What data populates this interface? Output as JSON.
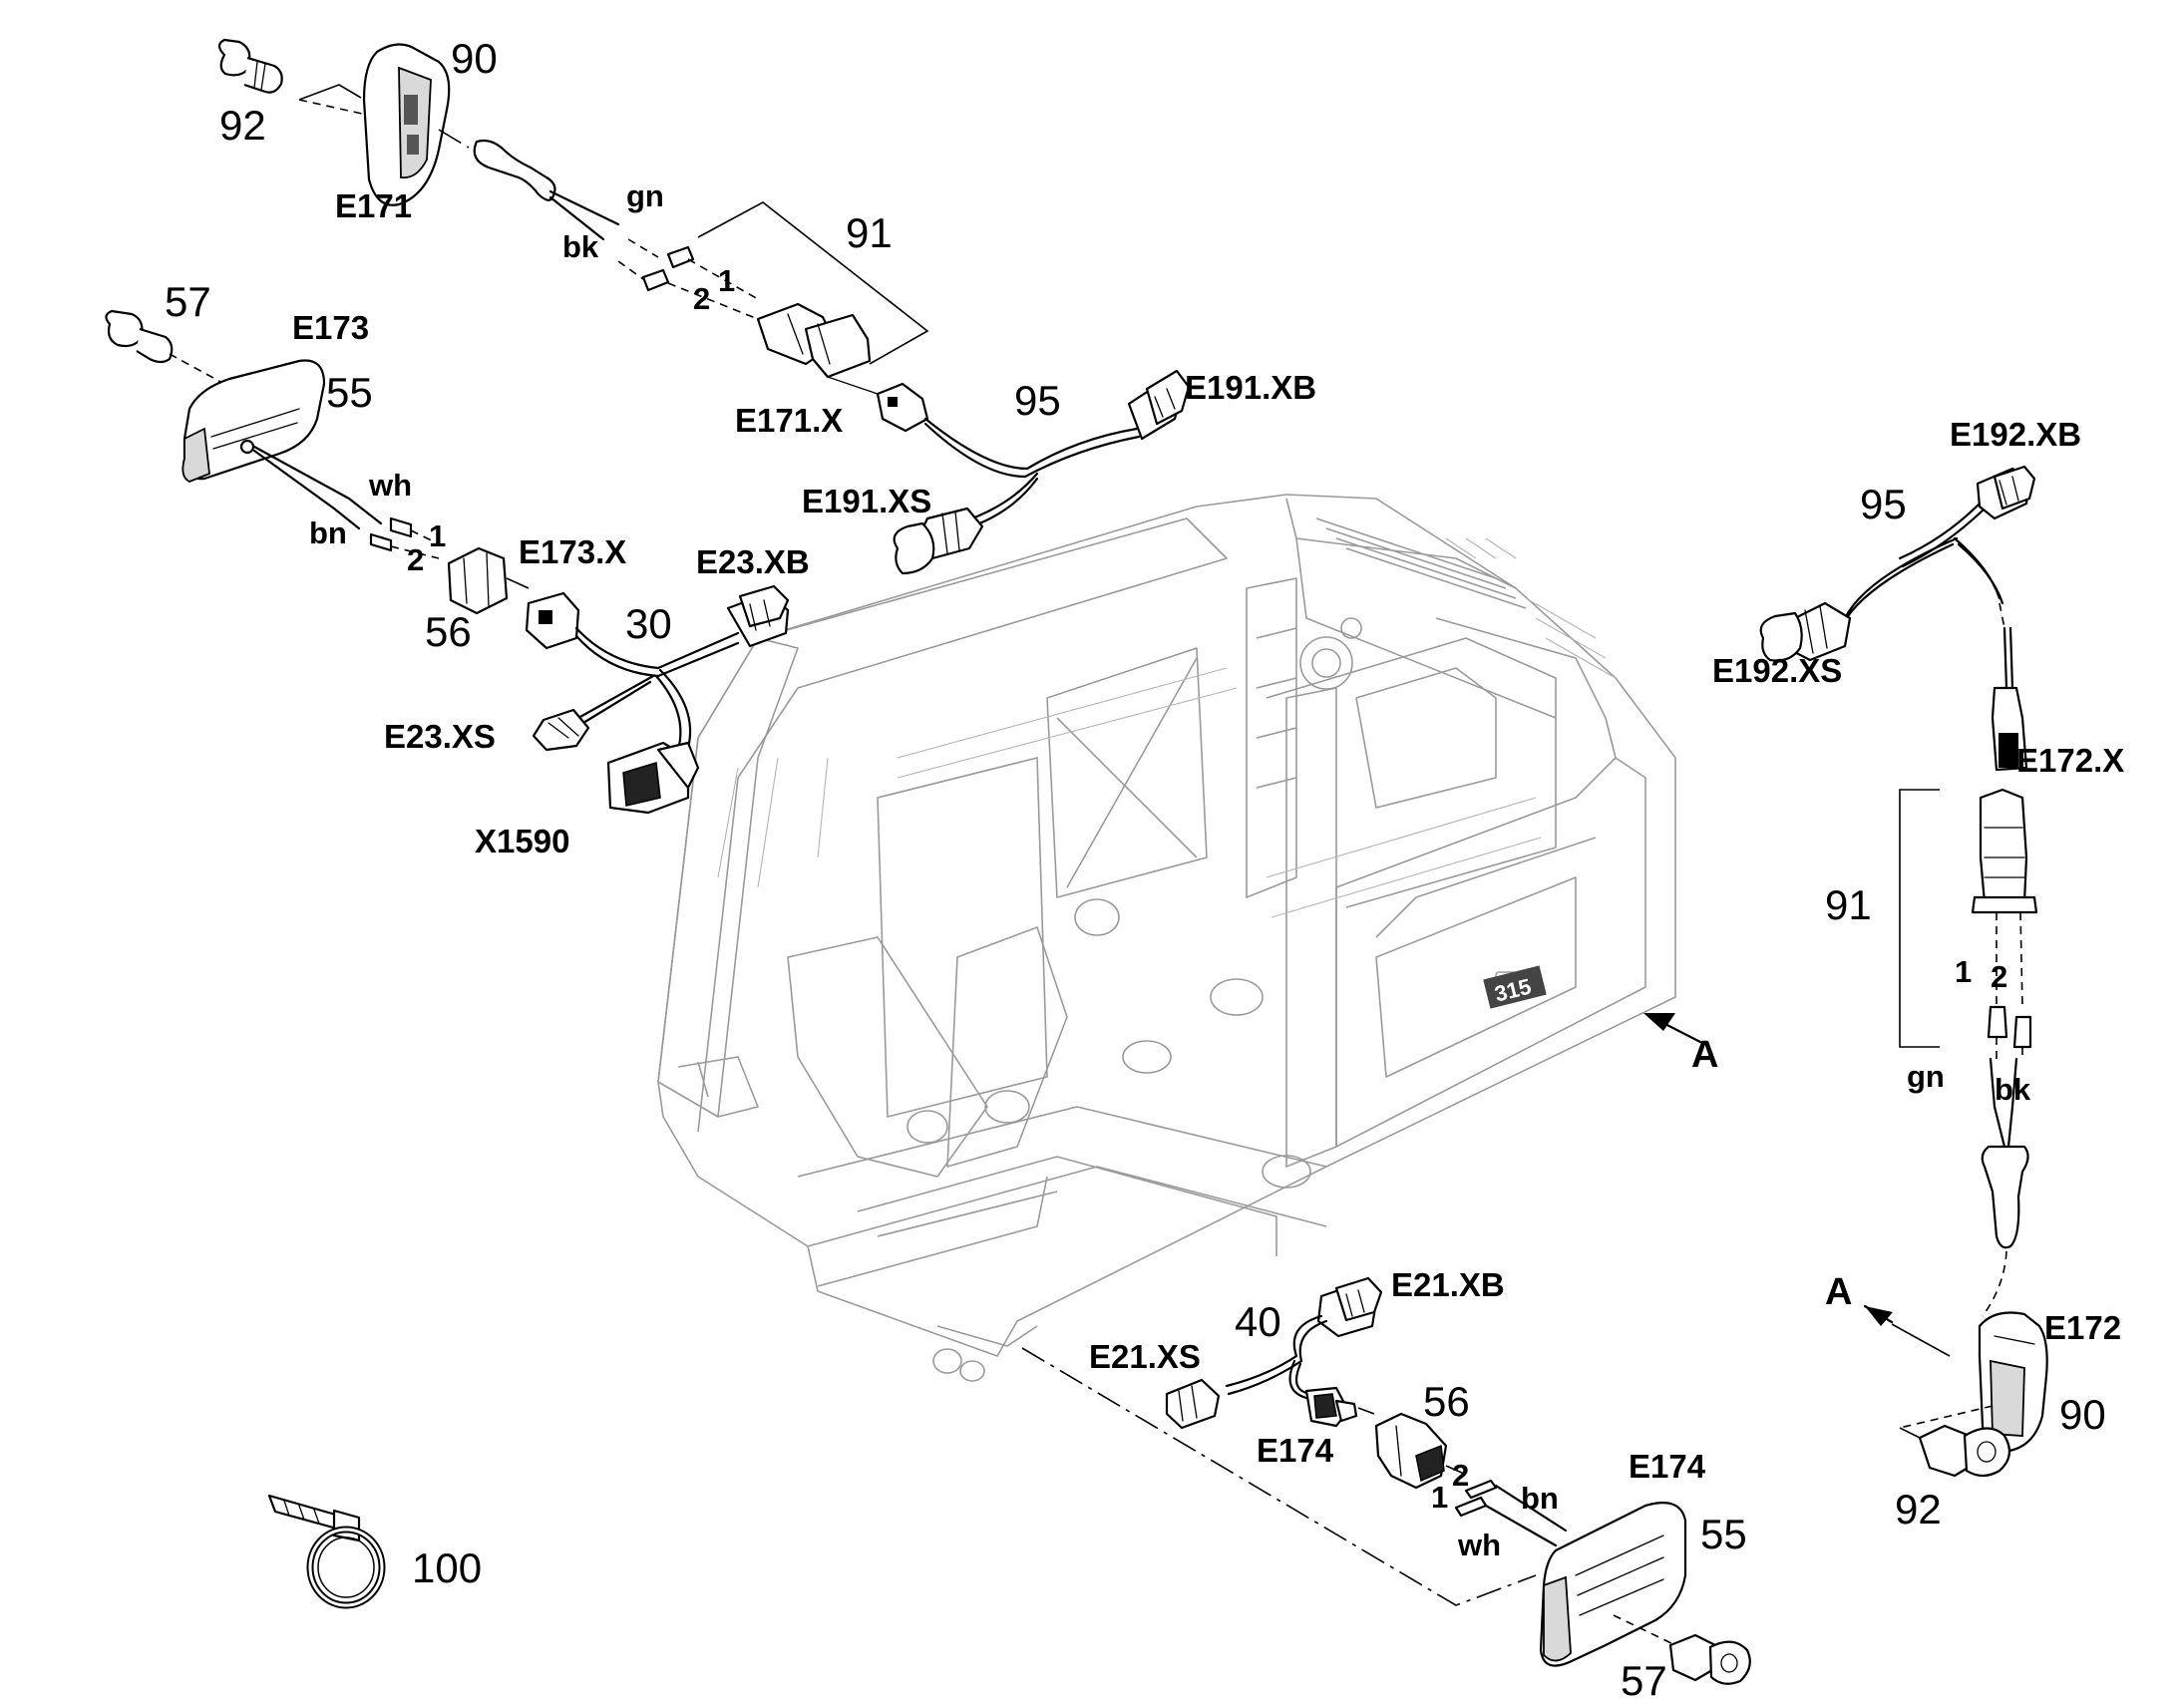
{
  "item_numbers": {
    "n90_top": "90",
    "n92_top": "92",
    "n91_top": "91",
    "n57_left": "57",
    "n55_left": "55",
    "n95_top": "95",
    "n56_left": "56",
    "n30": "30",
    "n95_right": "95",
    "n91_right": "91",
    "n90_right": "90",
    "n92_right": "92",
    "n40": "40",
    "n56_bottom": "56",
    "n55_bottom": "55",
    "n57_bottom": "57",
    "n100": "100"
  },
  "component_codes": {
    "e171": "E171",
    "e171x": "E171.X",
    "e173": "E173",
    "e173x": "E173.X",
    "e191xb": "E191.XB",
    "e191xs": "E191.XS",
    "e23xb": "E23.XB",
    "e23xs": "E23.XS",
    "x1590": "X1590",
    "e192xb": "E192.XB",
    "e192xs": "E192.XS",
    "e172x": "E172.X",
    "e172": "E172",
    "e21xb": "E21.XB",
    "e21xs": "E21.XS",
    "e174_conn": "E174",
    "e174_lamp": "E174"
  },
  "wire_labels": {
    "gn_top": "gn",
    "bk_top": "bk",
    "pin1_top": "1",
    "pin2_top": "2",
    "wh_left": "wh",
    "bn_left": "bn",
    "pin1_left": "1",
    "pin2_left": "2",
    "pin1_right": "1",
    "pin2_right": "2",
    "gn_right": "gn",
    "bk_right": "bk",
    "pin2_bottom": "2",
    "pin1_bottom": "1",
    "bn_bottom": "bn",
    "wh_bottom": "wh"
  },
  "view_markers": {
    "a_right": "A",
    "a_lower": "A"
  },
  "machine_badge": "315"
}
